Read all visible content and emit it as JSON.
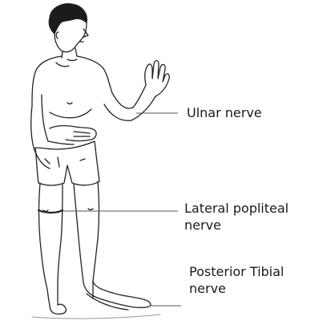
{
  "labels": {
    "ulnar": "Ulnar nerve",
    "lateral_line1": "Lateral popliteal",
    "lateral_line2": "nerve",
    "posterior_line1": "Posterior Tibial",
    "posterior_line2": "nerve"
  },
  "colors": {
    "stroke": "#222222",
    "pointer_line": "#555555",
    "text": "#1a1a1a"
  }
}
